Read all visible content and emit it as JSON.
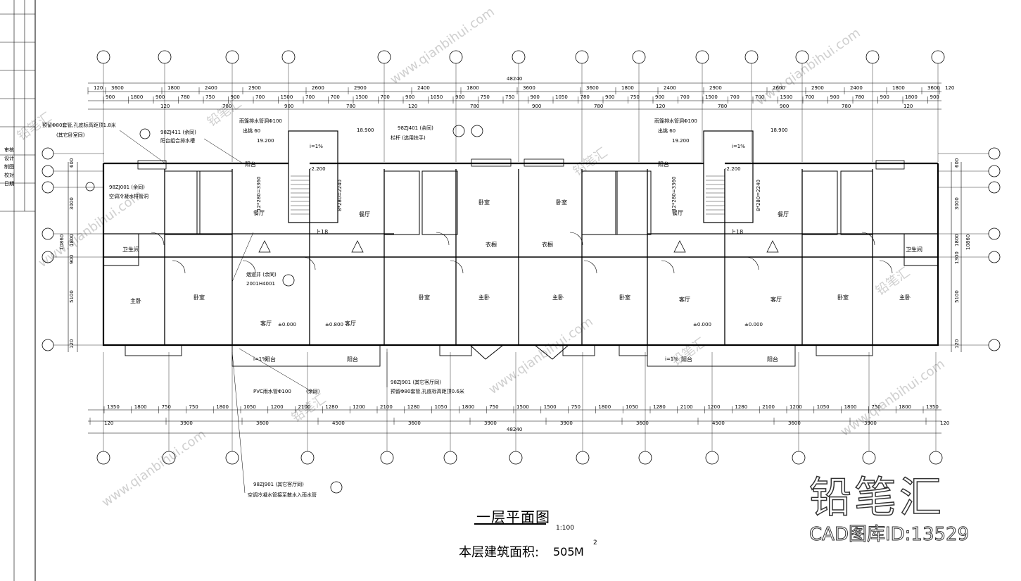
{
  "drawing": {
    "title": "一层平面图",
    "scale": "1:100",
    "area_label": "本层建筑面积:",
    "area_value": "505",
    "area_unit": "M",
    "area_sup": "2"
  },
  "watermark": {
    "brand": "铅笔汇",
    "cad_id": "CAD图库ID:13529",
    "site": "www.qianbihui.com"
  },
  "grid": {
    "top_total": "48240",
    "bottom_total": "48240",
    "top_row1": [
      "120",
      "3600",
      "1800",
      "2400",
      "2900",
      "2600",
      "2900",
      "2400",
      "1800",
      "3600",
      "3600",
      "1800",
      "2400",
      "2900",
      "2600",
      "2900",
      "2400",
      "1800",
      "3600",
      "120"
    ],
    "top_row2": [
      "900",
      "1800",
      "900",
      "780",
      "750",
      "900",
      "700",
      "1500",
      "700",
      "700",
      "1500",
      "700",
      "900",
      "1050",
      "900",
      "750",
      "750",
      "900",
      "1050",
      "780",
      "900",
      "750",
      "900",
      "700",
      "1500",
      "700",
      "700",
      "1500",
      "700",
      "900",
      "780",
      "900",
      "1800",
      "900"
    ],
    "top_row3": [
      "120",
      "780",
      "900",
      "780",
      "120",
      "780",
      "900",
      "780",
      "120",
      "780",
      "900",
      "780",
      "120"
    ],
    "bottom_row1": [
      "1350",
      "1800",
      "750",
      "750",
      "1800",
      "1050",
      "1200",
      "2100",
      "1280",
      "1200",
      "2100",
      "1280",
      "1050",
      "1800",
      "750",
      "1500",
      "1500",
      "750",
      "1800",
      "1050",
      "1280",
      "2100",
      "1200",
      "1280",
      "2100",
      "1200",
      "1050",
      "1800",
      "750",
      "1800",
      "1350"
    ],
    "bottom_row2": [
      "120",
      "3900",
      "3600",
      "4500",
      "3600",
      "3900",
      "3900",
      "3600",
      "4500",
      "3600",
      "3900",
      "120"
    ],
    "left_dims": [
      "600",
      "3000",
      "1800",
      "900",
      "5100",
      "120",
      "10860"
    ],
    "right_dims": [
      "600",
      "3000",
      "1800",
      "1300",
      "5100",
      "120",
      "10860"
    ]
  },
  "rooms": {
    "master": "主卧",
    "bed": "卧室",
    "living": "客厅",
    "dining": "餐厅",
    "bath": "卫生间",
    "balcony": "阳台",
    "closet": "衣橱",
    "up": "上18"
  },
  "elev": {
    "zero": "±0.000",
    "m0800": "±0.800",
    "m2200": "-2.200",
    "e18900": "18.900",
    "e19200": "19.200"
  },
  "notes": {
    "n1": "预留Φ80套管,孔底标高距顶1.8米",
    "n1b": "(其它卧室同)",
    "n2": "98ZJ001 (余同)",
    "n2b": "空调冷凝水排管洞",
    "n3": "98ZJ411 (余同)",
    "n3b": "阳台组合排水槽",
    "n4": "雨篷排水管洞Φ100",
    "n4b": "出挑 60",
    "n5": "98ZJ401 (余同)",
    "n5b": "栏杆 (选用扶手)",
    "n6": "烟道井 (余同)",
    "n6b": "2001H4001",
    "n7": "PVC雨水管Φ100",
    "n7b": "(余同)",
    "n8": "98ZJ901 (其它客厅同)",
    "n8b": "预留Φ80套管,孔底标高距顶0.6米",
    "n9": "98ZJ901 (其它客厅同)",
    "n9b": "空调冷凝水管接至散水入雨水管",
    "stair1": "12*280=3360",
    "stair2": "8*280=2240",
    "slope": "i=1%"
  },
  "title_block": {
    "labels": [
      "审核",
      "设计",
      "制图",
      "校对",
      "日期"
    ]
  }
}
